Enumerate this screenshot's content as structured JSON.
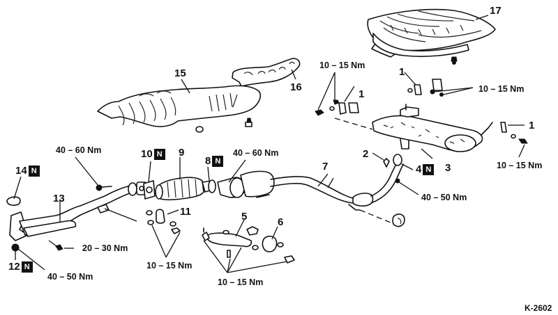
{
  "figure": {
    "reference_code": "K-2602",
    "replace_badge": "N"
  },
  "parts": [
    {
      "id": "p1a",
      "number": "1"
    },
    {
      "id": "p1b",
      "number": "1"
    },
    {
      "id": "p1c",
      "number": "1"
    },
    {
      "id": "p2",
      "number": "2"
    },
    {
      "id": "p3",
      "number": "3"
    },
    {
      "id": "p4",
      "number": "4",
      "replace": true
    },
    {
      "id": "p5",
      "number": "5"
    },
    {
      "id": "p6",
      "number": "6"
    },
    {
      "id": "p7",
      "number": "7"
    },
    {
      "id": "p8",
      "number": "8",
      "replace": true
    },
    {
      "id": "p9",
      "number": "9"
    },
    {
      "id": "p10",
      "number": "10",
      "replace": true
    },
    {
      "id": "p11",
      "number": "11"
    },
    {
      "id": "p12",
      "number": "12",
      "replace": true
    },
    {
      "id": "p13",
      "number": "13"
    },
    {
      "id": "p14",
      "number": "14",
      "replace": true
    },
    {
      "id": "p15",
      "number": "15"
    },
    {
      "id": "p16",
      "number": "16"
    },
    {
      "id": "p17",
      "number": "17"
    }
  ],
  "torques": [
    {
      "id": "t_manifold_stud",
      "value": "40 – 60 Nm"
    },
    {
      "id": "t_cat_flange",
      "value": "40 – 60 Nm"
    },
    {
      "id": "t_front_pipe",
      "value": "20 – 30 Nm"
    },
    {
      "id": "t_front_nut",
      "value": "40 – 50 Nm"
    },
    {
      "id": "t_bracket11",
      "value": "10 – 15 Nm"
    },
    {
      "id": "t_bracket5",
      "value": "10 – 15 Nm"
    },
    {
      "id": "t_rear_flange",
      "value": "40 – 50 Nm"
    },
    {
      "id": "t_hanger_left",
      "value": "10 – 15 Nm"
    },
    {
      "id": "t_hanger_top",
      "value": "10 – 15 Nm"
    },
    {
      "id": "t_hanger_right",
      "value": "10 – 15 Nm"
    }
  ]
}
